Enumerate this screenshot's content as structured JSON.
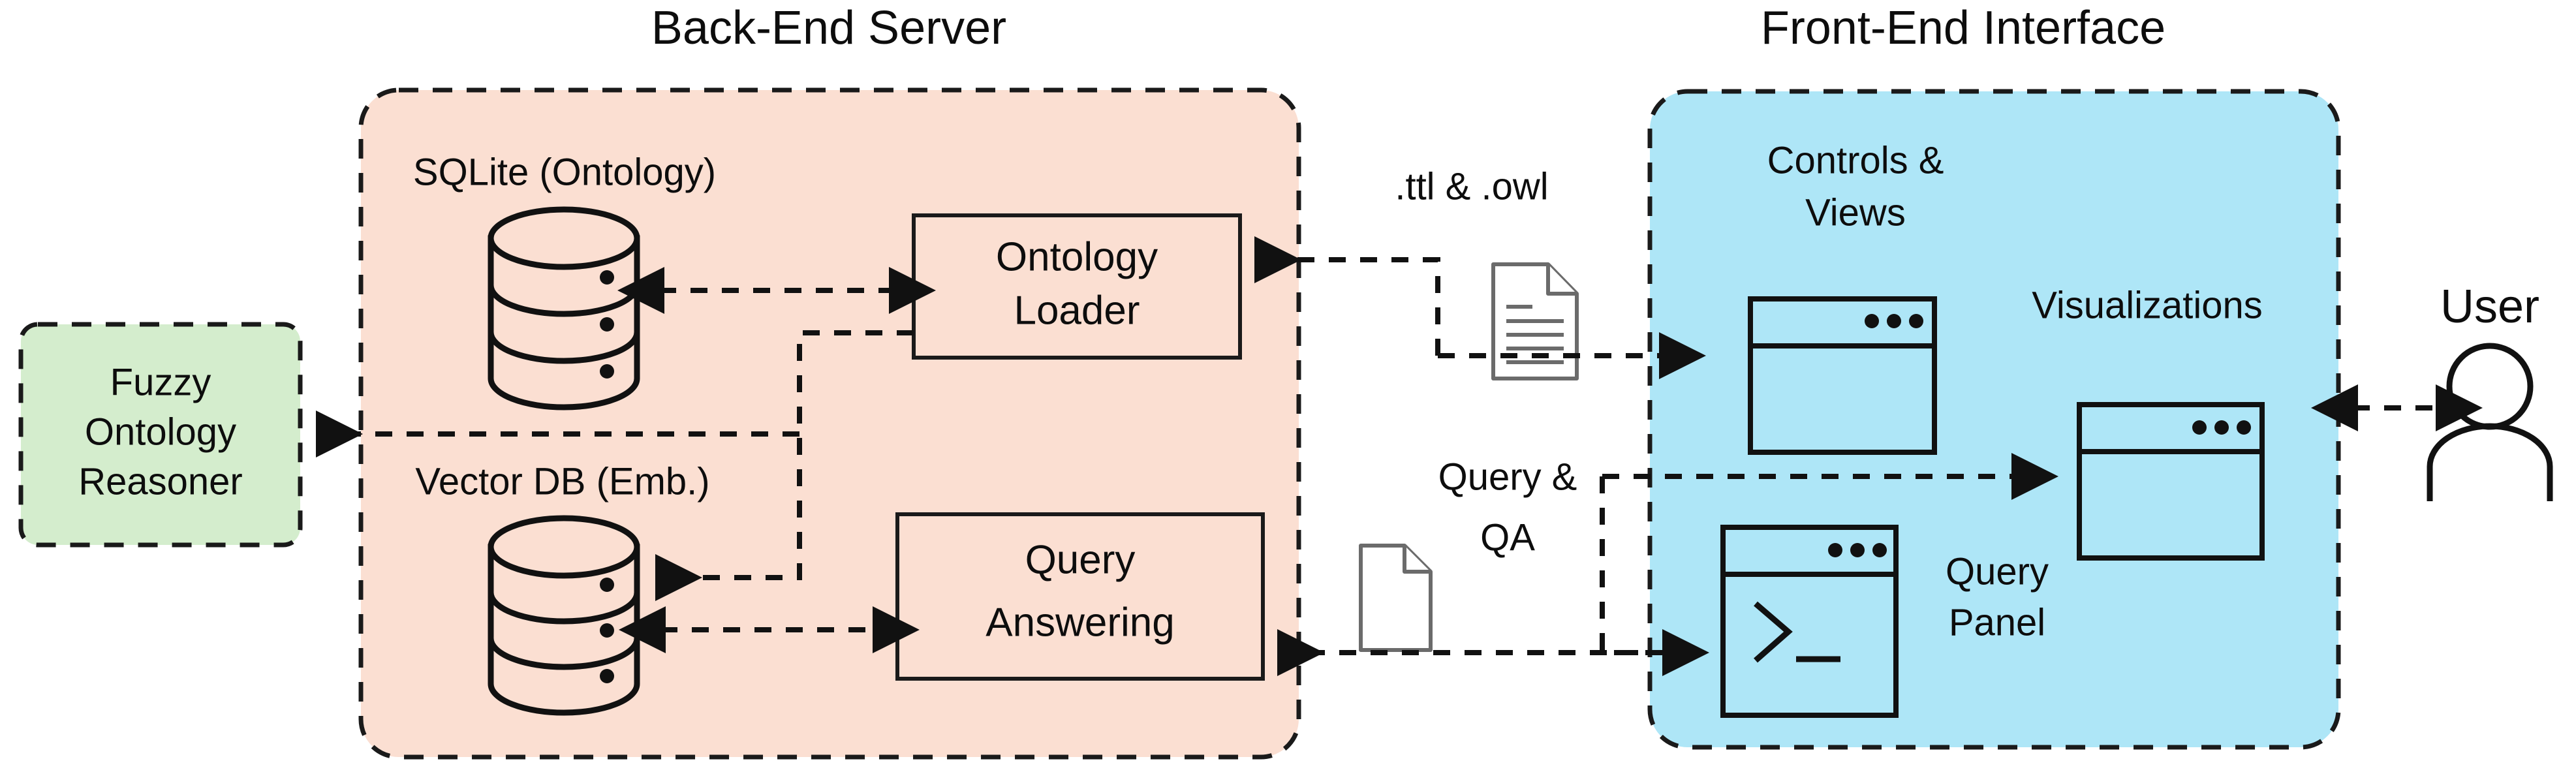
{
  "diagram": {
    "title_backend": "Back-End Server",
    "title_frontend": "Front-End Interface",
    "colors": {
      "backend_panel": "#fbdfd2",
      "frontend_panel": "#aee6f7",
      "reasoner_panel": "#d4edcd",
      "stroke": "#111111",
      "doc_icon": "#6b6b6b"
    }
  },
  "reasoner": {
    "line1": "Fuzzy",
    "line2": "Ontology",
    "line3": "Reasoner"
  },
  "backend": {
    "sqlite_label": "SQLite (Ontology)",
    "vector_label": "Vector DB (Emb.)",
    "ontology_loader": {
      "line1": "Ontology",
      "line2": "Loader"
    },
    "query_answering": {
      "line1": "Query",
      "line2": "Answering"
    }
  },
  "middle": {
    "file_formats": ".ttl & .owl",
    "query_label_line1": "Query &",
    "query_label_line2": "QA"
  },
  "frontend": {
    "controls_line1": "Controls &",
    "controls_line2": "Views",
    "visualizations": "Visualizations",
    "query_panel_line1": "Query",
    "query_panel_line2": "Panel",
    "terminal_prompt": ">_"
  },
  "actor": {
    "user_label": "User"
  }
}
